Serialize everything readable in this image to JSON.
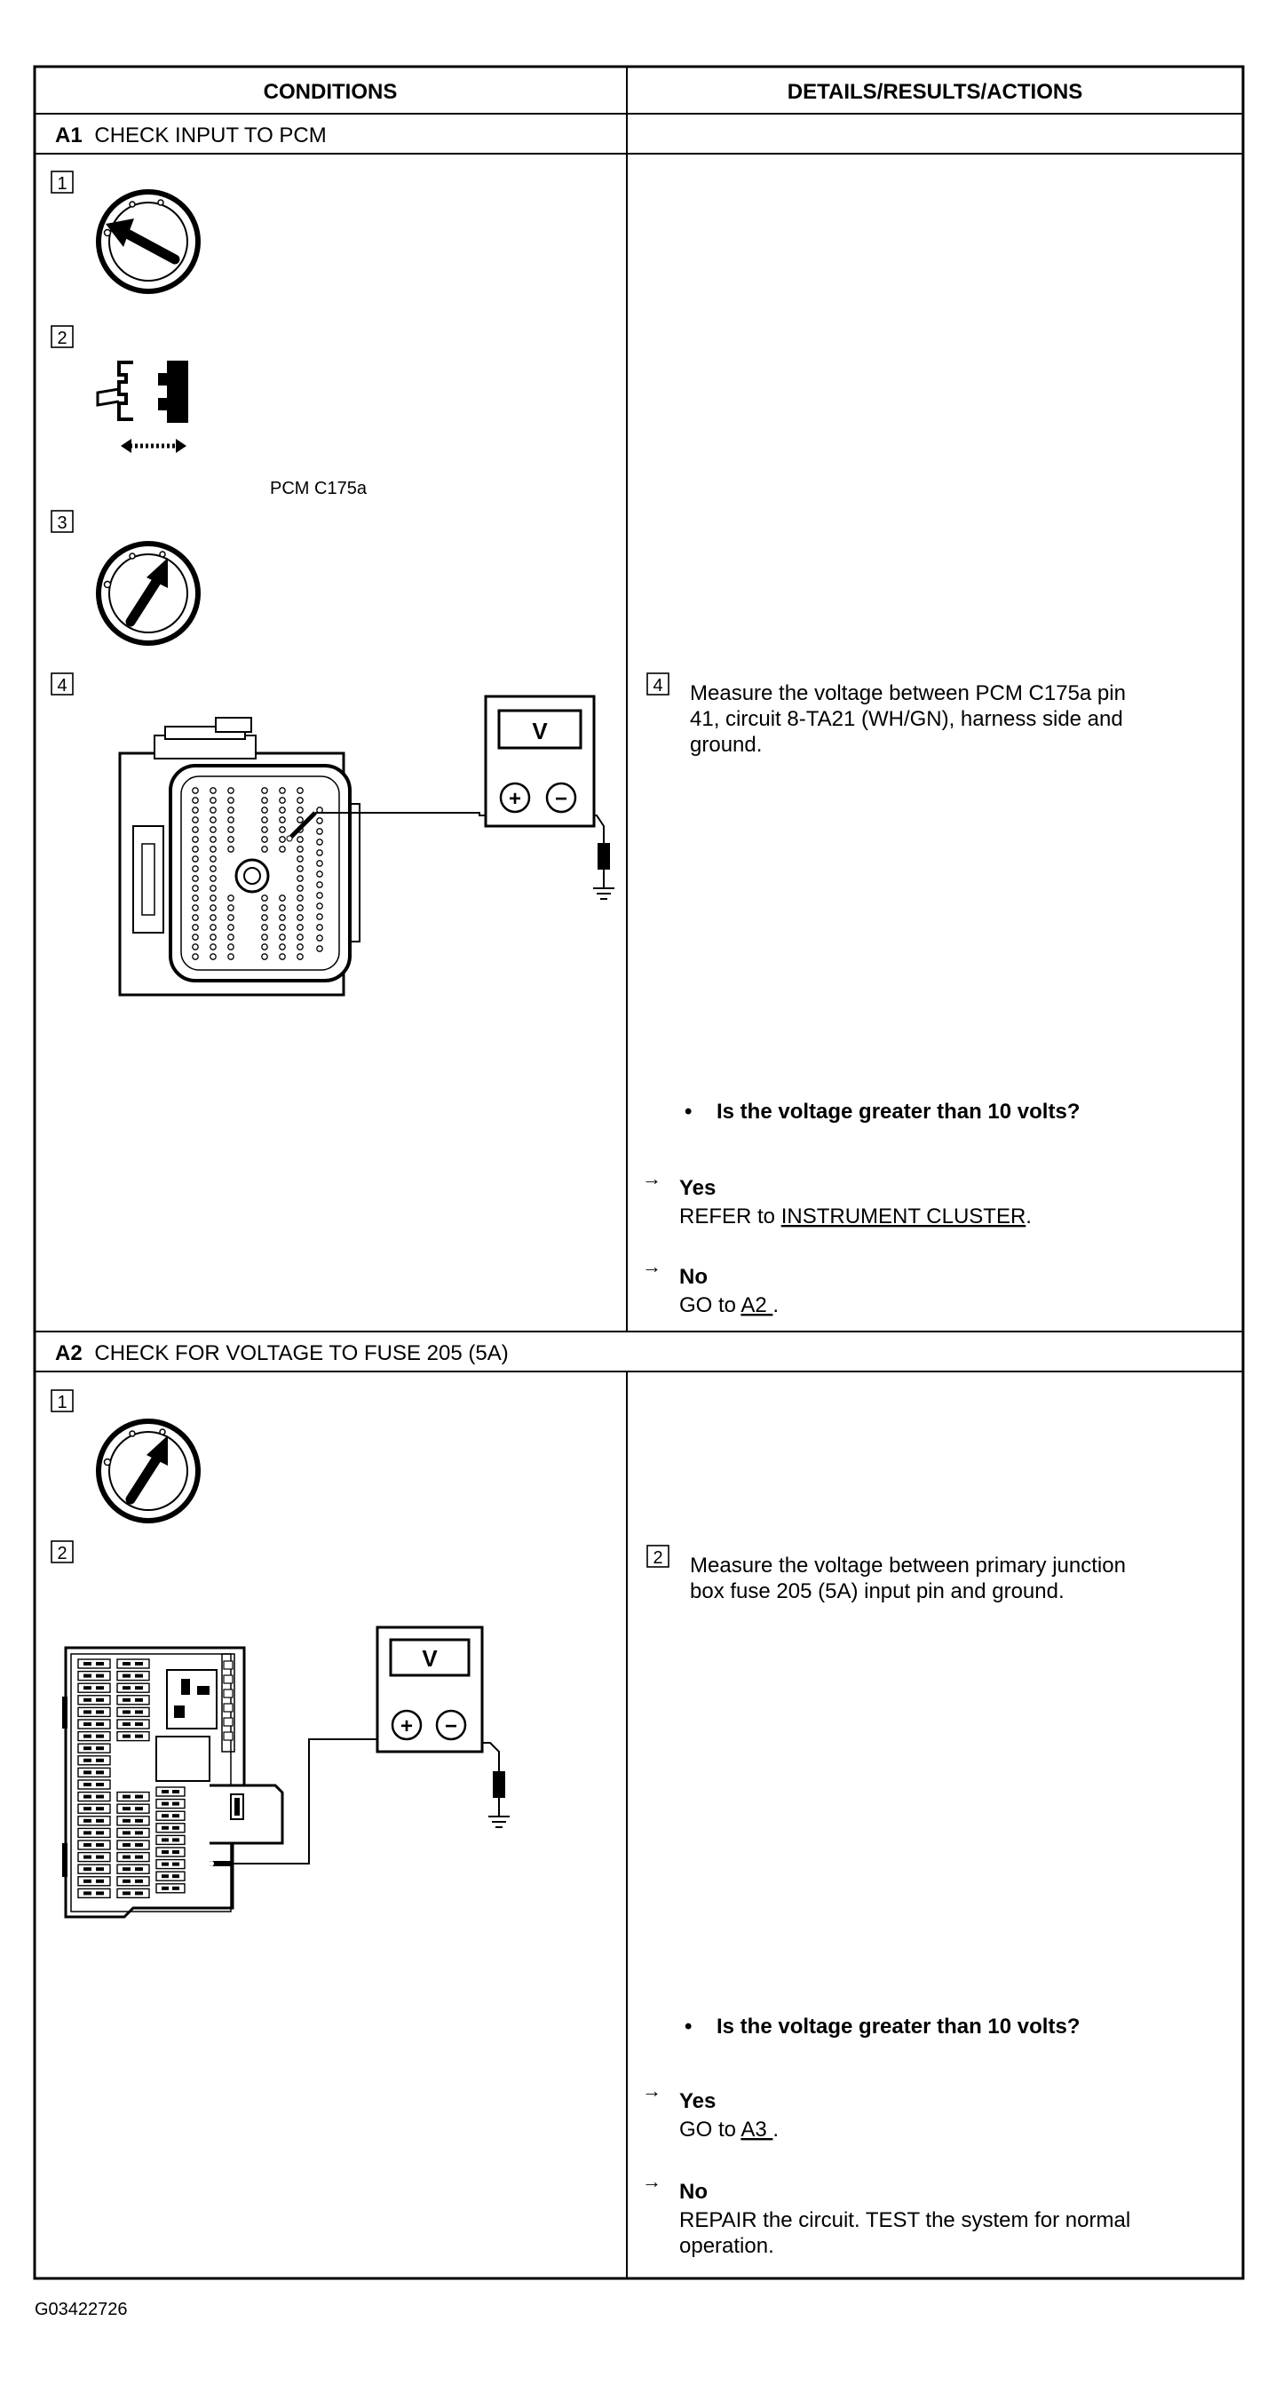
{
  "table": {
    "header_conditions": "CONDITIONS",
    "header_details": "DETAILS/RESULTS/ACTIONS"
  },
  "sections": [
    {
      "id_bold": "A1",
      "title": "CHECK INPUT TO PCM",
      "steps": [
        "1",
        "2",
        "3",
        "4"
      ],
      "connector_label": "PCM C175a",
      "instruction_step": "4",
      "instruction_lines": [
        "Measure the voltage between PCM C175a pin",
        "41, circuit 8-TA21 (WH/GN), harness side and",
        "ground."
      ],
      "question": "Is the voltage greater than 10 volts?",
      "yes_label": "Yes",
      "yes_prefix": "REFER to ",
      "yes_link": "INSTRUMENT CLUSTER",
      "yes_suffix": ".",
      "no_label": "No",
      "no_prefix": "GO to ",
      "no_link": "A2 ",
      "no_suffix": "."
    },
    {
      "id_bold": "A2",
      "title": "CHECK FOR VOLTAGE TO FUSE 205 (5A)",
      "steps": [
        "1",
        "2"
      ],
      "instruction_step": "2",
      "instruction_lines": [
        "Measure the voltage between primary junction",
        "box fuse 205 (5A) input pin and ground."
      ],
      "question": "Is the voltage greater than 10 volts?",
      "yes_label": "Yes",
      "yes_prefix": "GO to ",
      "yes_link": "A3 ",
      "yes_suffix": ".",
      "no_label": "No",
      "no_lines": [
        "REPAIR the circuit. TEST the system for normal",
        "operation."
      ]
    }
  ],
  "meter_symbol": "V",
  "plus_symbol": "+",
  "minus_symbol": "−",
  "arrow_symbol": "→",
  "bullet_symbol": "•",
  "footer_code": "G03422726"
}
